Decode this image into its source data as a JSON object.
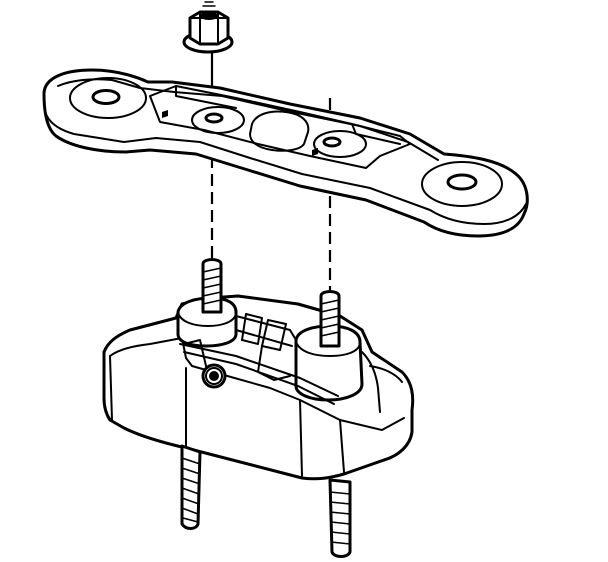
{
  "figure": {
    "stroke_color": "#000000",
    "background_color": "#ffffff",
    "parts": [
      "nut",
      "bracket",
      "studs",
      "mount",
      "mount-lower-studs"
    ]
  }
}
